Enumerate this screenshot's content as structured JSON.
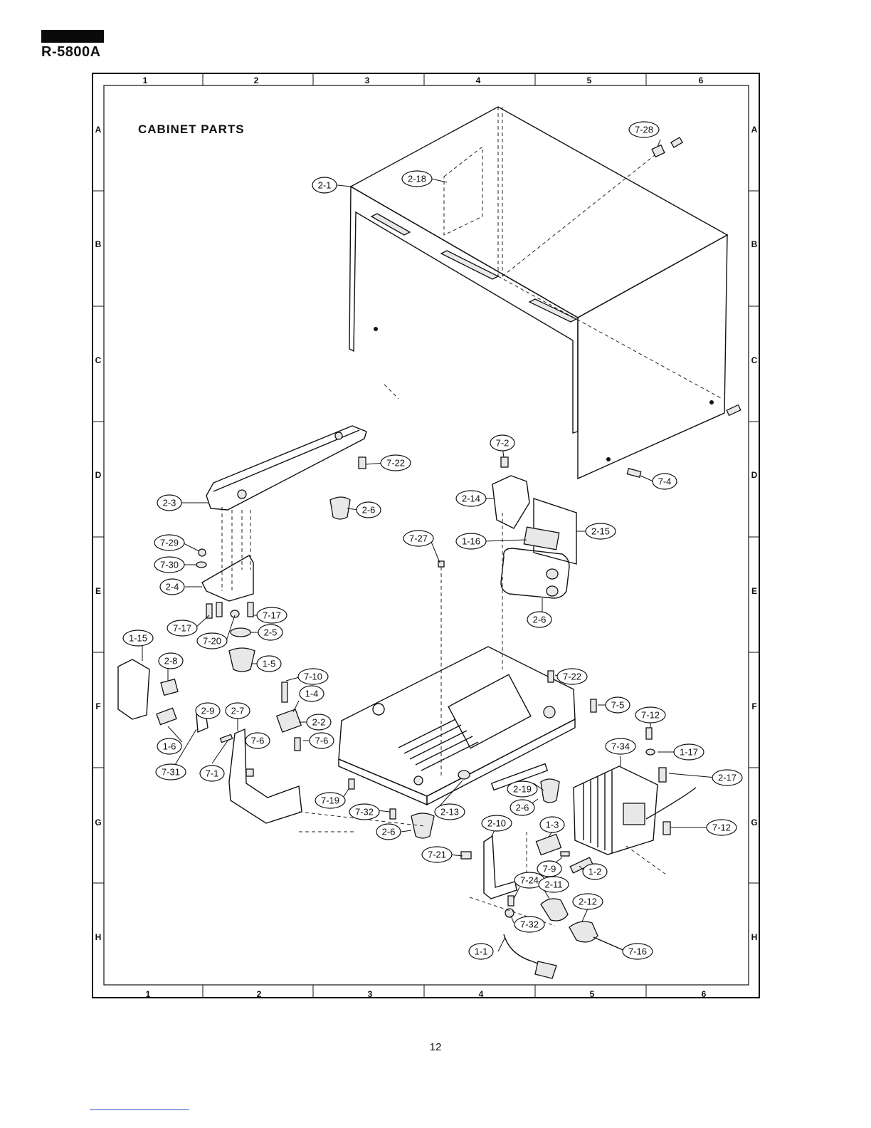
{
  "header": {
    "model": "R-5800A"
  },
  "diagram": {
    "title": "CABINET PARTS",
    "columns": [
      "1",
      "2",
      "3",
      "4",
      "5",
      "6"
    ],
    "rows": [
      "A",
      "B",
      "C",
      "D",
      "E",
      "F",
      "G",
      "H"
    ],
    "callouts": [
      "7-28",
      "2-18",
      "2-1",
      "2-3",
      "7-22",
      "2-6",
      "7-2",
      "2-14",
      "2-15",
      "7-4",
      "7-27",
      "1-16",
      "7-29",
      "7-30",
      "2-4",
      "7-17",
      "7-17",
      "7-20",
      "2-5",
      "1-15",
      "2-8",
      "1-5",
      "2-6",
      "7-10",
      "1-4",
      "7-22",
      "7-5",
      "2-9",
      "2-7",
      "2-2",
      "7-6",
      "7-6",
      "1-6",
      "7-31",
      "7-1",
      "7-12",
      "1-17",
      "7-34",
      "2-17",
      "2-19",
      "2-6",
      "7-19",
      "7-32",
      "2-13",
      "2-6",
      "2-10",
      "1-3",
      "7-12",
      "7-21",
      "7-9",
      "1-2",
      "7-24",
      "2-11",
      "2-12",
      "7-32",
      "7-16",
      "1-1"
    ]
  },
  "footer": {
    "page_number": "12"
  }
}
